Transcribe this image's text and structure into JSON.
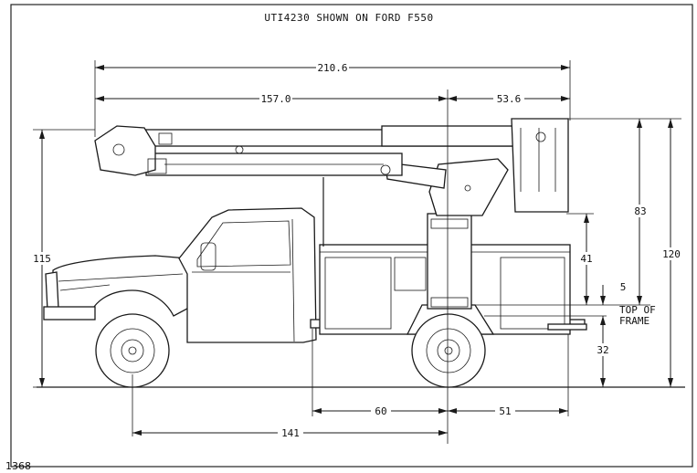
{
  "title": "UTI4230 SHOWN ON FORD F550",
  "drawing_number": "1368",
  "dimensions": {
    "overall_reach": "210.6",
    "rear_reach": "157.0",
    "front_reach": "53.6",
    "overall_height": "115",
    "platform_height": "120",
    "platform_to_frame": "83",
    "pedestal_height": "41",
    "frame_offset": "5",
    "frame_height": "32",
    "pedestal_to_axle": "60",
    "axle_to_rear": "51",
    "wheelbase": "141"
  },
  "labels": {
    "top_of_frame_line1": "TOP OF",
    "top_of_frame_line2": "FRAME"
  }
}
